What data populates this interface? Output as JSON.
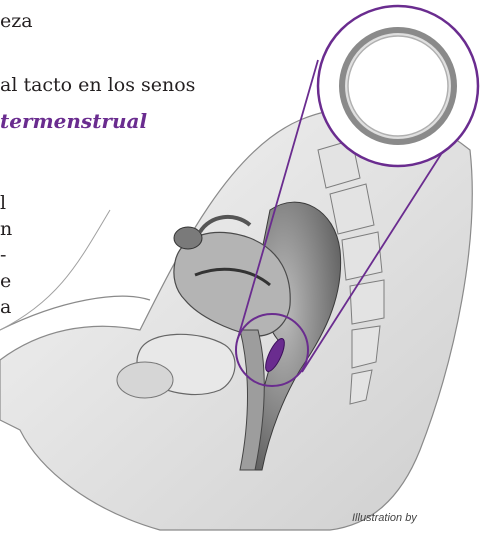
{
  "text": {
    "line1": "eza",
    "line2": "al tacto en los senos",
    "line3": "termenstrual",
    "fragments": [
      "l",
      "n",
      "-",
      "e",
      "a"
    ],
    "credit": "Illustration by"
  },
  "colors": {
    "accent": "#6a2c8f",
    "text": "#231f20"
  }
}
